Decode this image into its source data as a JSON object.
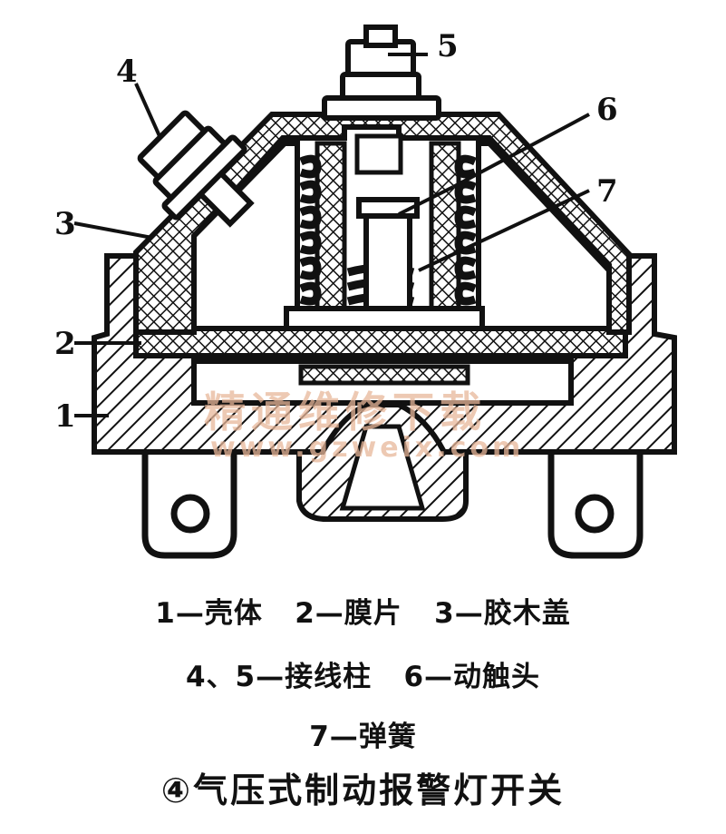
{
  "callouts": {
    "c1": "1",
    "c2": "2",
    "c3": "3",
    "c4": "4",
    "c5": "5",
    "c6": "6",
    "c7": "7"
  },
  "legend": {
    "line1": "1—壳体   2—膜片   3—胶木盖",
    "line2": "4、5—接线柱   6—动触头",
    "line3": "7—弹簧"
  },
  "caption": "④气压式制动报警灯开关",
  "watermark": {
    "cn": "精通维修下载",
    "url": "www.gzweix.com"
  },
  "colors": {
    "ink": "#111111",
    "watermark": "#e8b79a",
    "background": "#ffffff"
  }
}
